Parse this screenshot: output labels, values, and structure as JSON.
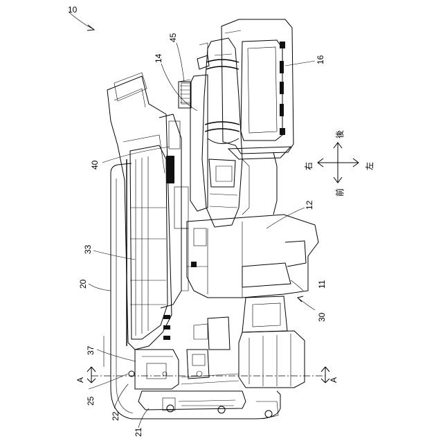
{
  "figure": {
    "labels": {
      "ref10": "10",
      "ref45": "45",
      "ref14": "14",
      "ref16": "16",
      "ref40": "40",
      "ref12": "12",
      "ref33": "33",
      "ref20": "20",
      "ref11": "11",
      "ref30": "30",
      "ref37": "37",
      "ref25": "25",
      "ref22": "22",
      "ref21": "21",
      "sectionLeft": "A",
      "sectionRight": "A"
    },
    "directions": {
      "right": "右",
      "rear": "後",
      "left": "左",
      "front": "前"
    }
  }
}
